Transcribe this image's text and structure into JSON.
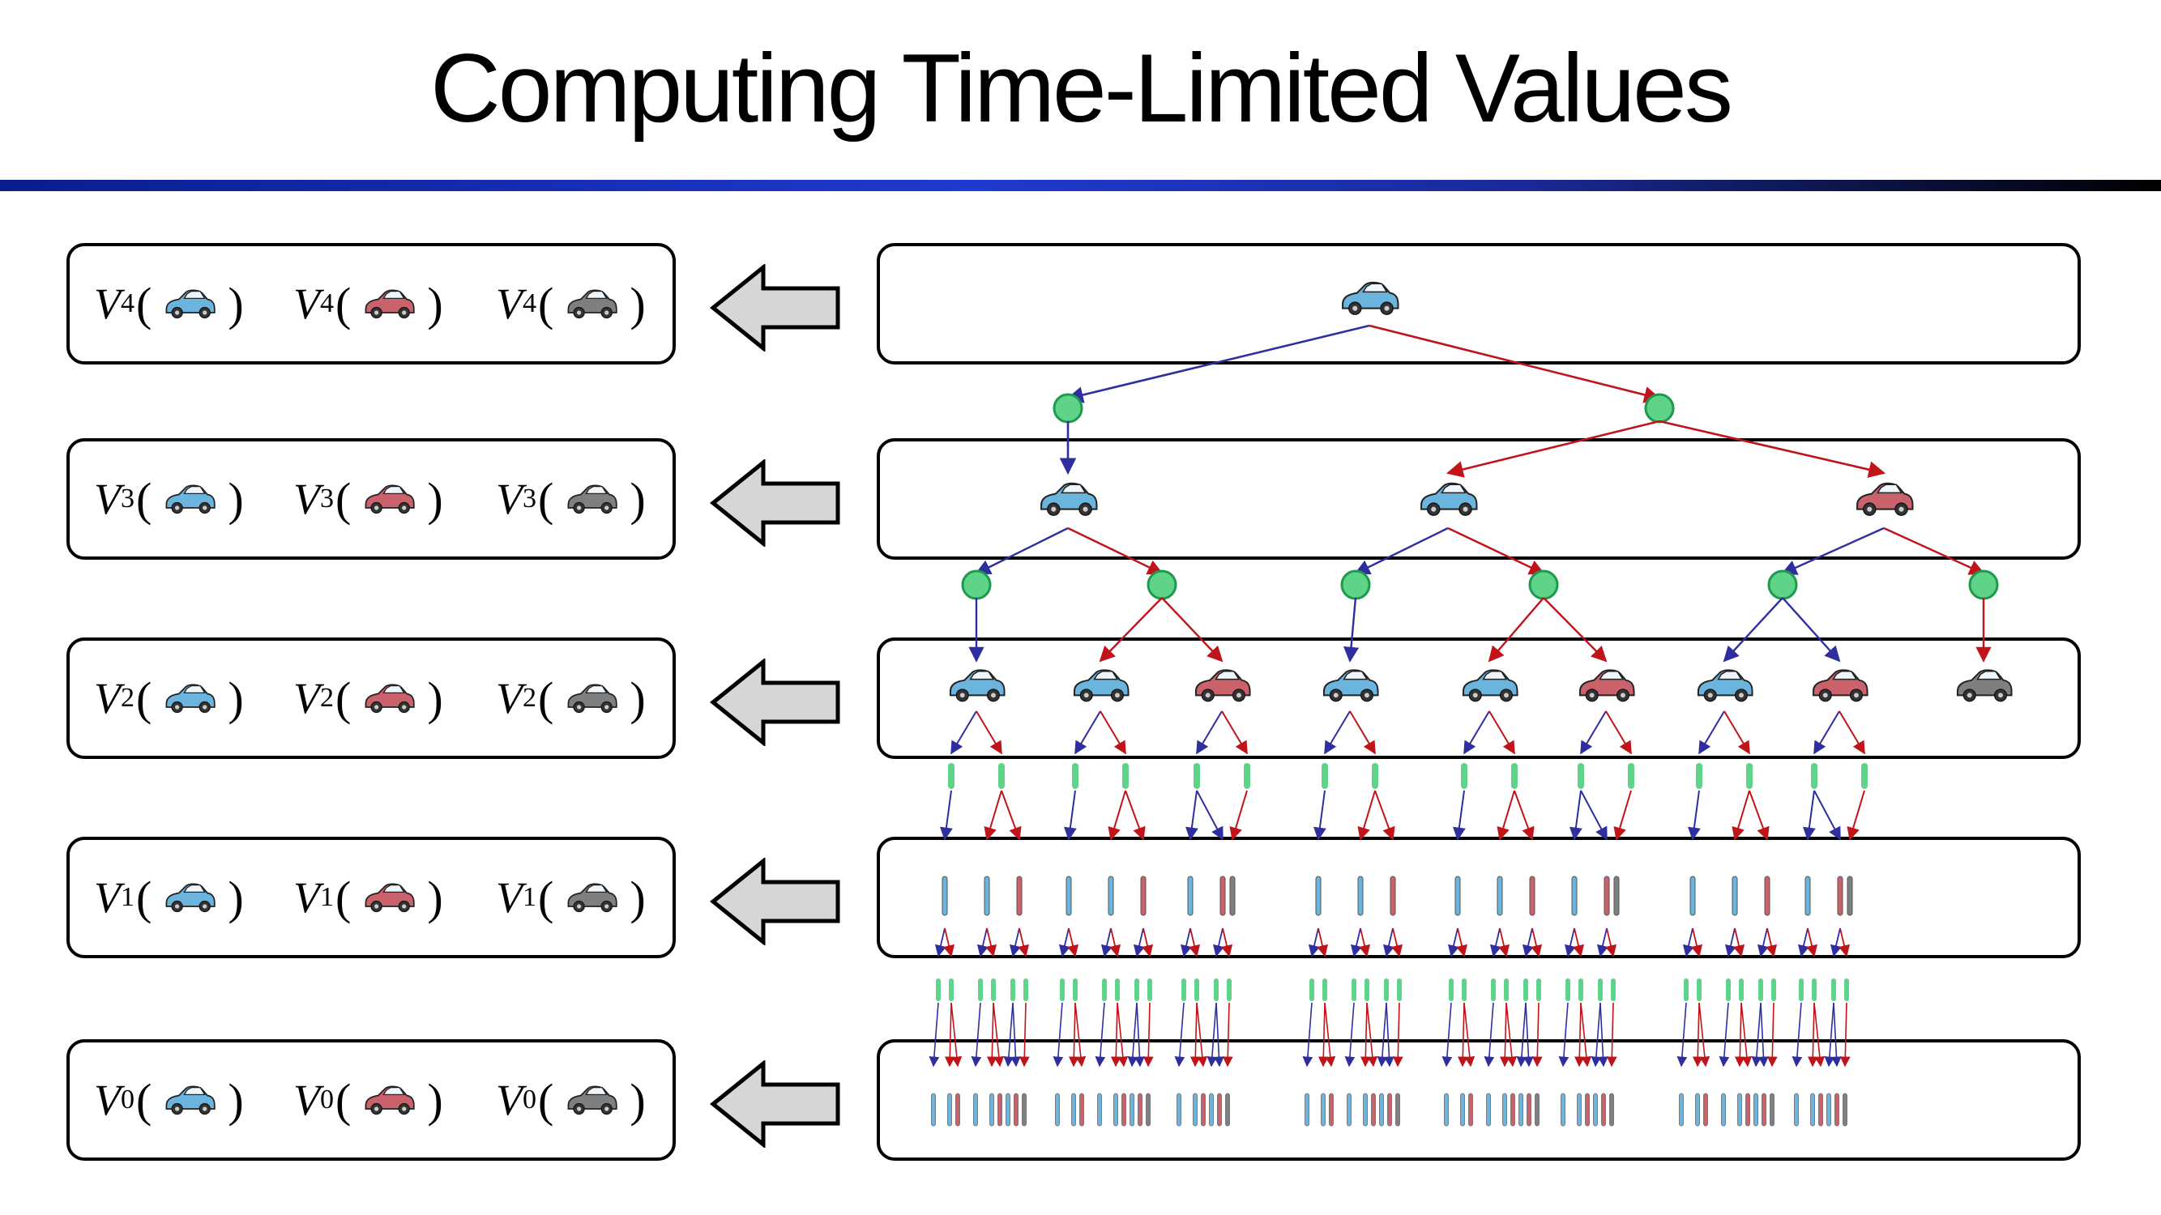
{
  "title": "Computing Time-Limited Values",
  "levels": [
    {
      "symbol": "V",
      "subscript": "4",
      "open": "(",
      "close": ")"
    },
    {
      "symbol": "V",
      "subscript": "3",
      "open": "(",
      "close": ")"
    },
    {
      "symbol": "V",
      "subscript": "2",
      "open": "(",
      "close": ")"
    },
    {
      "symbol": "V",
      "subscript": "1",
      "open": "(",
      "close": ")"
    },
    {
      "symbol": "V",
      "subscript": "0",
      "open": "(",
      "close": ")"
    }
  ],
  "states": [
    {
      "name": "cool-car-icon",
      "color": "#6ab4de"
    },
    {
      "name": "warm-car-icon",
      "color": "#c9626a"
    },
    {
      "name": "overheated-car-icon",
      "color": "#7f7f7f"
    }
  ],
  "colors": {
    "slow_action": "#2e2e9e",
    "fast_action": "#c0141a",
    "chance_node": "#5fd488",
    "chance_node_border": "#1e9a4e",
    "arrow_fill": "#d6d6d6"
  }
}
